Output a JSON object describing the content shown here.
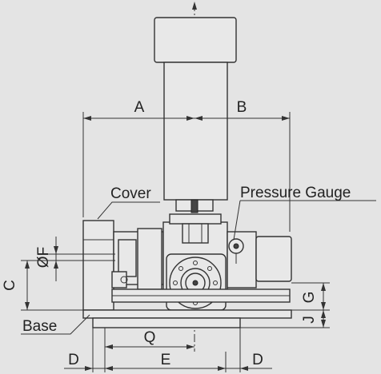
{
  "labels": {
    "A": "A",
    "B": "B",
    "C": "C",
    "D_left": "D",
    "D_right": "D",
    "E": "E",
    "F": "ØF",
    "G": "G",
    "J": "J",
    "Q": "Q",
    "cover": "Cover",
    "pressure_gauge": "Pressure Gauge",
    "base": "Base"
  },
  "colors": {
    "background": "#e4e4e4",
    "line": "#333333"
  }
}
